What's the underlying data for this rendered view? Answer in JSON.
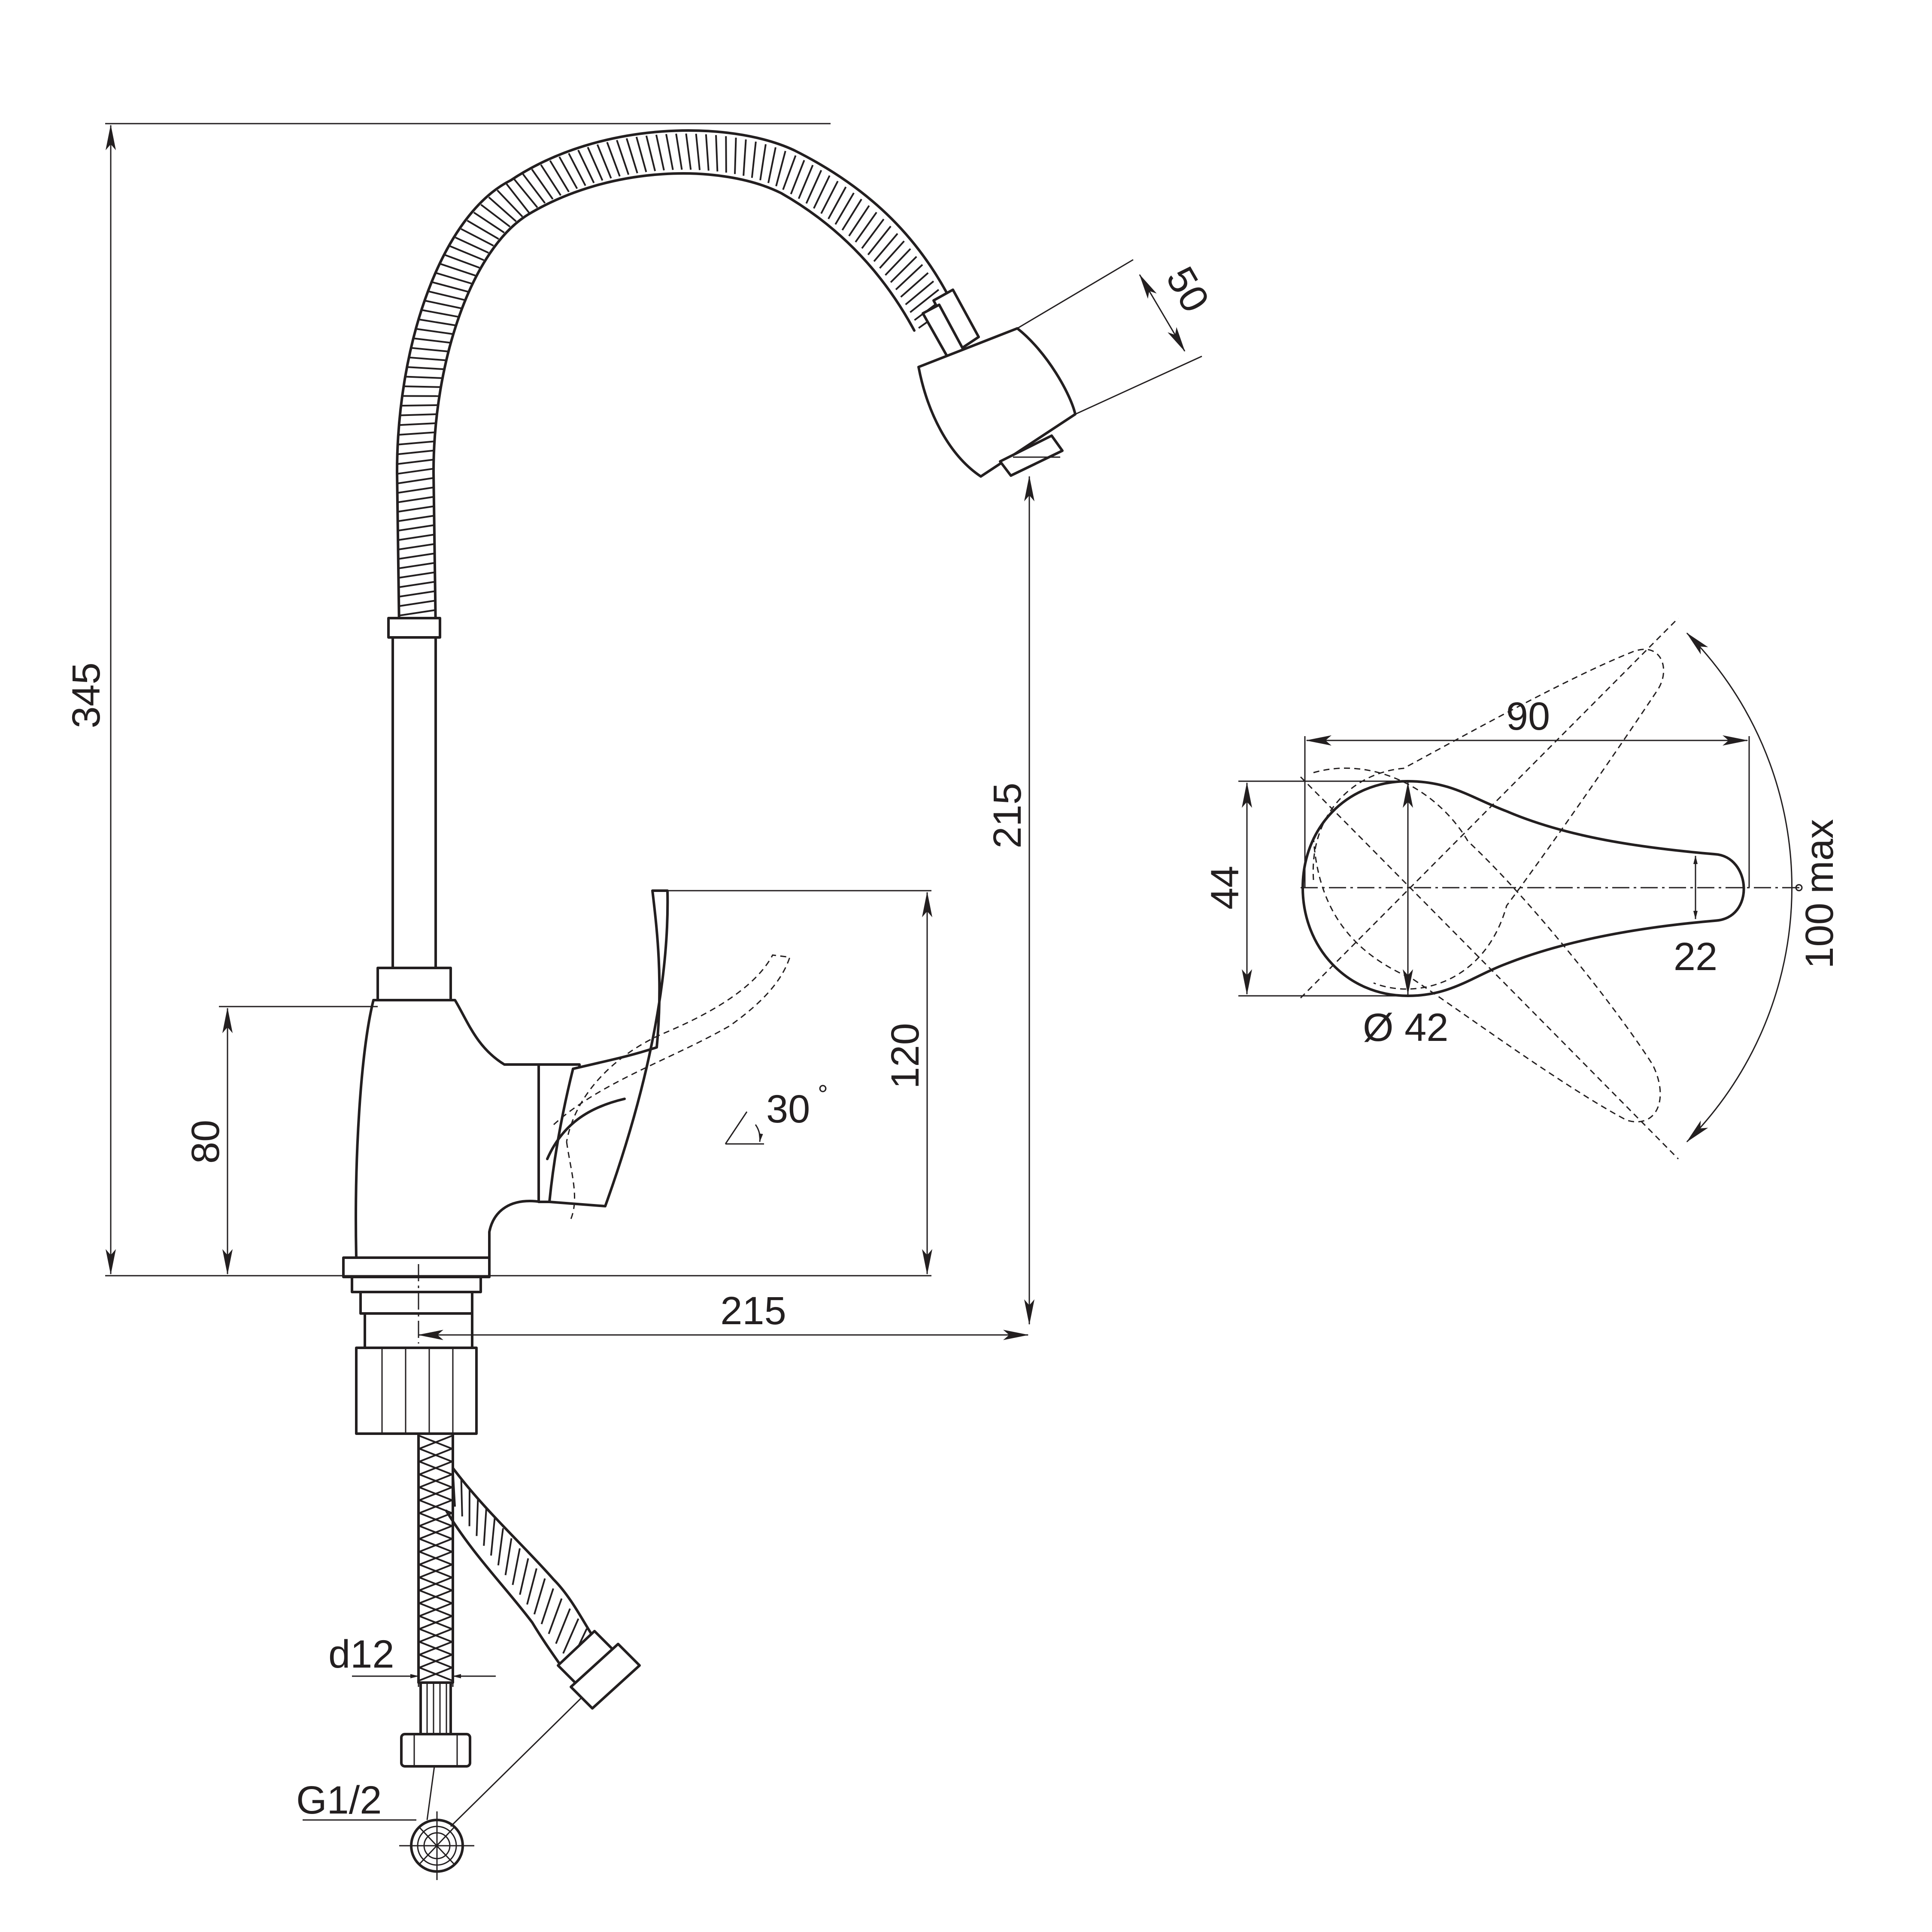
{
  "dimensions": {
    "total_height": "345",
    "spout_height": "215",
    "spout_reach": "215",
    "body_height": "80",
    "lever_height": "120",
    "lever_angle": "30",
    "aerator_size": "50",
    "handle_length": "90",
    "handle_width": "44",
    "handle_tip": "22",
    "handle_diameter": "Ø 42",
    "rotation": "100",
    "rotation_suffix": "max",
    "hose_diameter": "d12",
    "thread": "G1/2",
    "degree_mark": "°"
  }
}
